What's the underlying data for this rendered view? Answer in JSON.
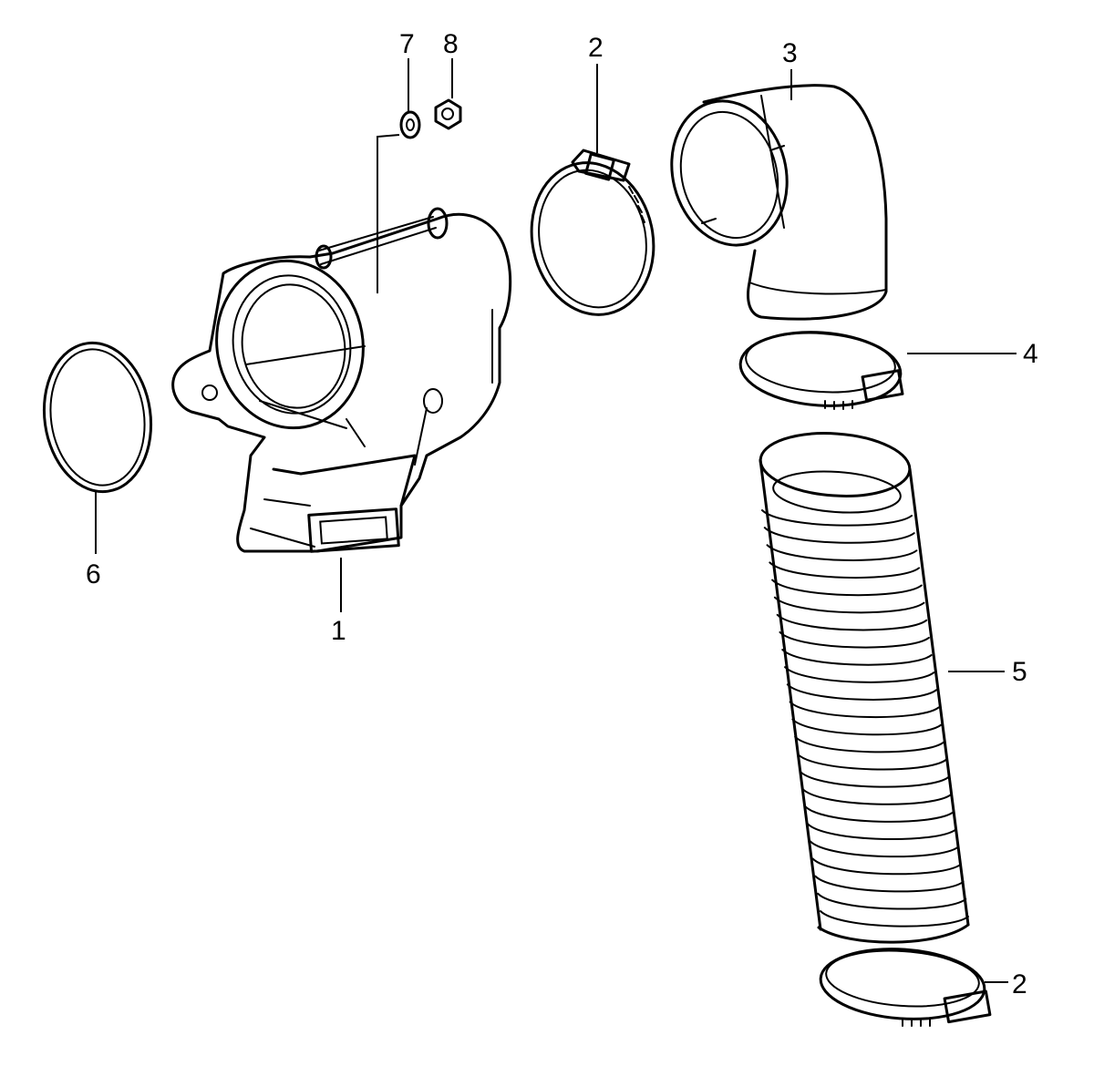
{
  "callouts": {
    "part_1": "1",
    "part_2_top": "2",
    "part_2_bottom": "2",
    "part_3": "3",
    "part_4": "4",
    "part_5": "5",
    "part_6": "6",
    "part_7": "7",
    "part_8": "8"
  },
  "colors": {
    "ink": "#000000",
    "paper": "#ffffff"
  }
}
